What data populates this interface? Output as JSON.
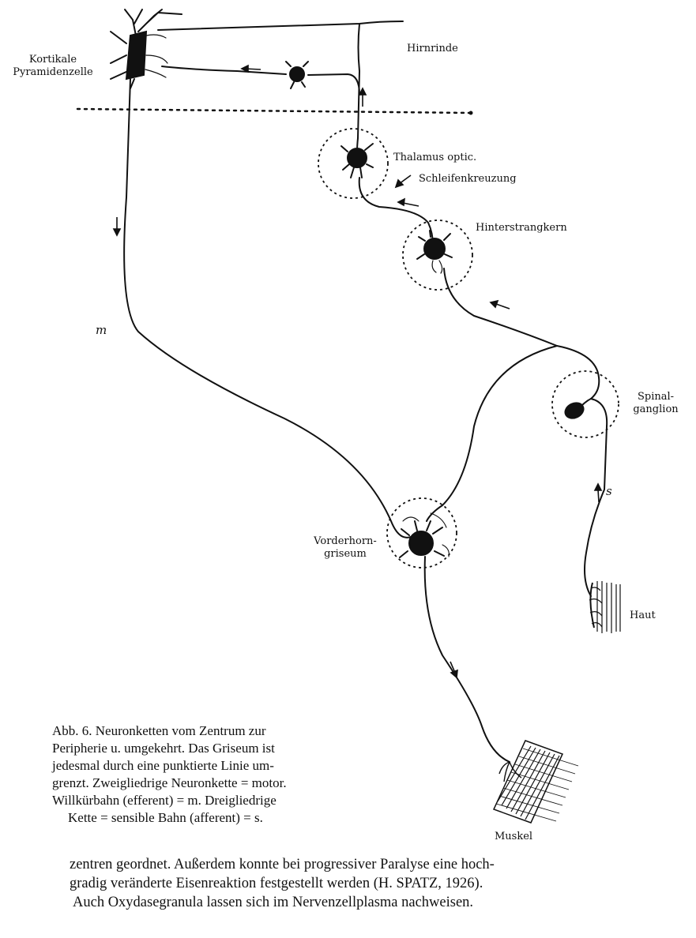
{
  "figure": {
    "labels": {
      "kortikale_1": "Kortikale",
      "kortikale_2": "Pyramidenzelle",
      "hirnrinde": "Hirnrinde",
      "thalamus": "Thalamus optic.",
      "schleifen": "Schleifenkreuzung",
      "hinterstrang": "Hinterstrangkern",
      "spinal_1": "Spinal-",
      "spinal_2": "ganglion",
      "vorderhorn_1": "Vorderhorn-",
      "vorderhorn_2": "griseum",
      "haut": "Haut",
      "muskel": "Muskel",
      "m": "m",
      "s": "s"
    }
  },
  "caption": {
    "lines": [
      "Abb. 6. Neuronketten vom Zentrum zur",
      "Peripherie u. umgekehrt. Das Griseum ist",
      "jedesmal durch eine punktierte Linie um-",
      "grenzt. Zweigliedrige Neuronkette = motor.",
      "Willkürbahn (efferent) = m. Dreigliedrige",
      "Kette = sensible Bahn (afferent) = s."
    ]
  },
  "body_text": {
    "lines": [
      "zentren geordnet. Außerdem konnte bei progressiver Paralyse eine hoch-",
      "gradig veränderte Eisenreaktion festgestellt werden (H. SPATZ, 1926).",
      "Auch Oxydasegranula lassen sich im Nervenzellplasma nachweisen."
    ]
  }
}
